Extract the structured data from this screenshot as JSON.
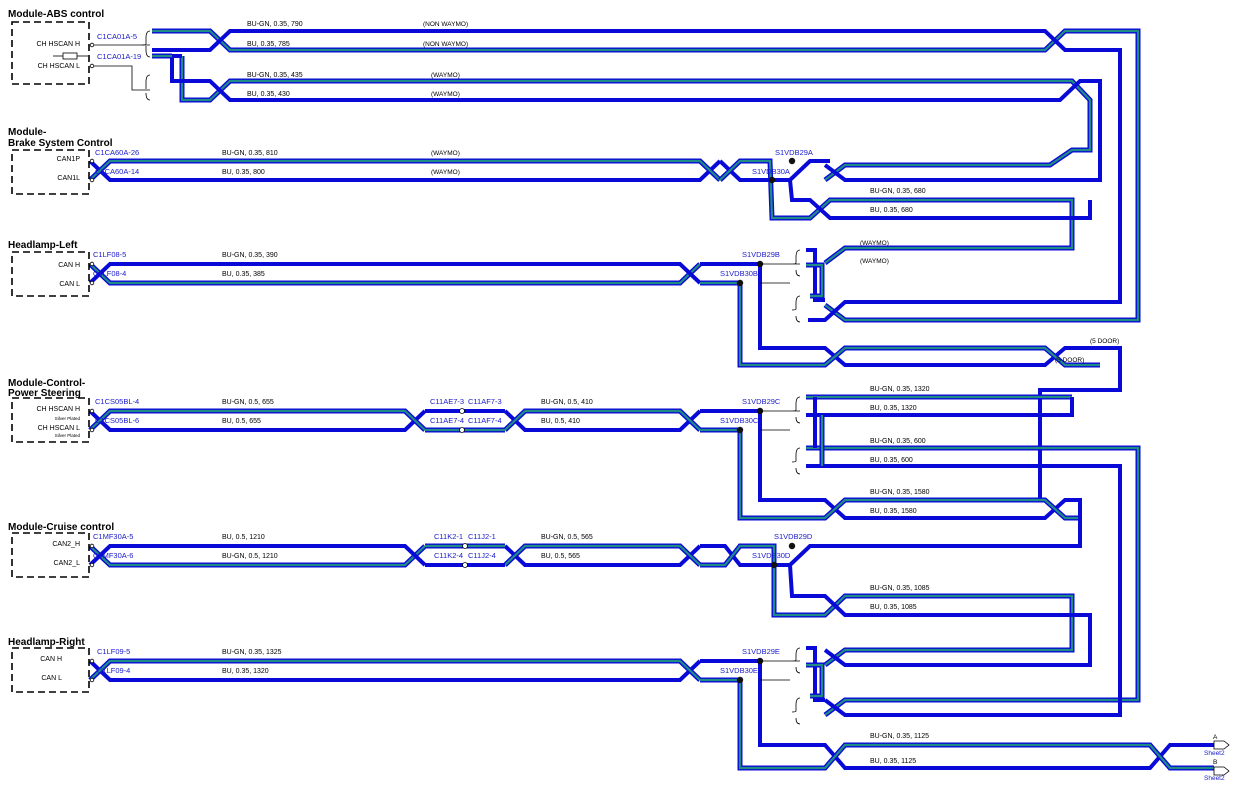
{
  "colors": {
    "blue": "#0a0ad8",
    "green": "#1f8c84",
    "label_blue": "#1a1acc",
    "black": "#000000"
  },
  "modules": {
    "abs": {
      "title": "Module-ABS control",
      "pin1": "CH HSCAN H",
      "pin2": "CH HSCAN L",
      "conn1": "C1CA01A-5",
      "conn2": "C1CA01A-19"
    },
    "bsc": {
      "title_line1": "Module-",
      "title_line2": "Brake System Control",
      "pin1": "CAN1P",
      "pin2": "CAN1L",
      "conn1": "C1CA60A-26",
      "conn2": "C1CA60A-14"
    },
    "hl_left": {
      "title": "Headlamp-Left",
      "pin1": "CAN H",
      "pin2": "CAN L",
      "conn1": "C1LF08-5",
      "conn2": "C1LF08-4"
    },
    "ps": {
      "title_line1": "Module-Control-",
      "title_line2": "Power Steering",
      "pin1": "CH HSCAN H",
      "pin1_sub": "Silver Plated",
      "pin2": "CH HSCAN L",
      "pin2_sub": "Silver Plated",
      "conn1": "C1CS05BL-4",
      "conn2": "C1CS05BL-6"
    },
    "cruise": {
      "title": "Module-Cruise control",
      "pin1": "CAN2_H",
      "pin2": "CAN2_L",
      "conn1": "C1MF30A-5",
      "conn2": "C1MF30A-6"
    },
    "hl_right": {
      "title": "Headlamp-Right",
      "pin1": "CAN H",
      "pin2": "CAN L",
      "conn1": "C1LF09-5",
      "conn2": "C1LF09-4"
    }
  },
  "wires": {
    "abs_a1": "BU-GN,  0.35,  790",
    "abs_a2": "BU,  0.35,  785",
    "abs_b1": "BU-GN,  0.35,  435",
    "abs_b2": "BU,  0.35,  430",
    "bsc_1": "BU-GN,  0.35,  810",
    "bsc_2": "BU,  0.35,  800",
    "bsc_out1": "BU-GN,  0.35,  680",
    "bsc_out2": "BU,  0.35,  680",
    "hl_1": "BU-GN,  0.35,  390",
    "hl_2": "BU,  0.35,  385",
    "ps_1": "BU-GN,  0.5,  655",
    "ps_2": "BU,  0.5,  655",
    "ps_3": "BU-GN,  0.5,  410",
    "ps_4": "BU,  0.5,  410",
    "ps_out1": "BU-GN,  0.35,  1320",
    "ps_out2": "BU,  0.35,  1320",
    "ps_out3": "BU-GN,  0.35,  600",
    "ps_out4": "BU,  0.35,  600",
    "ps_out5": "BU-GN,  0.35,  1580",
    "ps_out6": "BU,  0.35,  1580",
    "cr_1": "BU,  0.5,  1210",
    "cr_2": "BU-GN,  0.5,  1210",
    "cr_3": "BU-GN,  0.5,  565",
    "cr_4": "BU,  0.5,  565",
    "cr_out1": "BU-GN,  0.35,  1085",
    "cr_out2": "BU,  0.35,  1085",
    "hr_1": "BU-GN,  0.35,  1325",
    "hr_2": "BU,  0.35,  1320",
    "out_a": "BU-GN,  0.35,  1125",
    "out_b": "BU,  0.35,  1125"
  },
  "notes": {
    "non_waymo_1": "(NON WAYMO)",
    "non_waymo_2": "(NON WAYMO)",
    "waymo_1": "(WAYMO)",
    "waymo_2": "(WAYMO)",
    "waymo_3": "(WAYMO)",
    "waymo_4": "(WAYMO)",
    "waymo_5": "(WAYMO)",
    "waymo_6": "(WAYMO)",
    "door_1": "(5 DOOR)",
    "door_2": "(5 DOOR)"
  },
  "splices": {
    "s29a": "S1VDB29A",
    "s30a": "S1VDB30A",
    "s29b": "S1VDB29B",
    "s30b": "S1VDB30B",
    "s29c": "S1VDB29C",
    "s30c": "S1VDB30C",
    "s29d": "S1VDB29D",
    "s30d": "S1VDB30D",
    "s29e": "S1VDB29E",
    "s30e": "S1VDB30E"
  },
  "inline_connectors": {
    "ps_top_left": "C11AE7-3",
    "ps_top_right": "C11AF7-3",
    "ps_bot_left": "C11AE7-4",
    "ps_bot_right": "C11AF7-4",
    "cr_top_left": "C11K2-1",
    "cr_top_right": "C11J2-1",
    "cr_bot_left": "C11K2-4",
    "cr_bot_right": "C11J2-4"
  },
  "offpage": {
    "a_letter": "A",
    "a_sheet": "Sheet2",
    "b_letter": "B",
    "b_sheet": "Sheet2"
  }
}
